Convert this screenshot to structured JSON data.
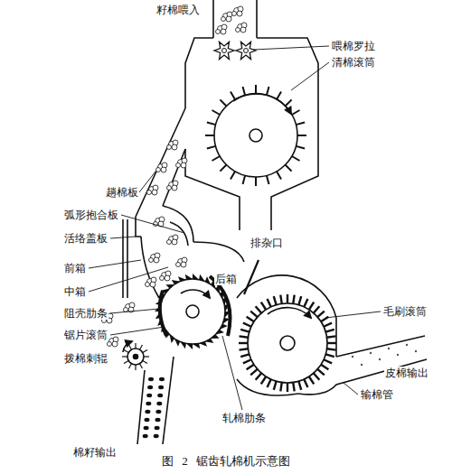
{
  "diagram": {
    "caption": "图 2 锯齿轧棉机示意图",
    "labels": [
      "籽棉喂入",
      "喂棉罗拉",
      "清棉滚筒",
      "趟棉板",
      "弧形抱合板",
      "活络盖板",
      "前箱",
      "中箱",
      "后箱",
      "排杂口",
      "阻壳肋条",
      "锯片滚筒",
      "毛刷滚筒",
      "拨棉刺辊",
      "皮棉输出",
      "输棉管",
      "棉籽输出",
      "轧棉肋条"
    ]
  }
}
